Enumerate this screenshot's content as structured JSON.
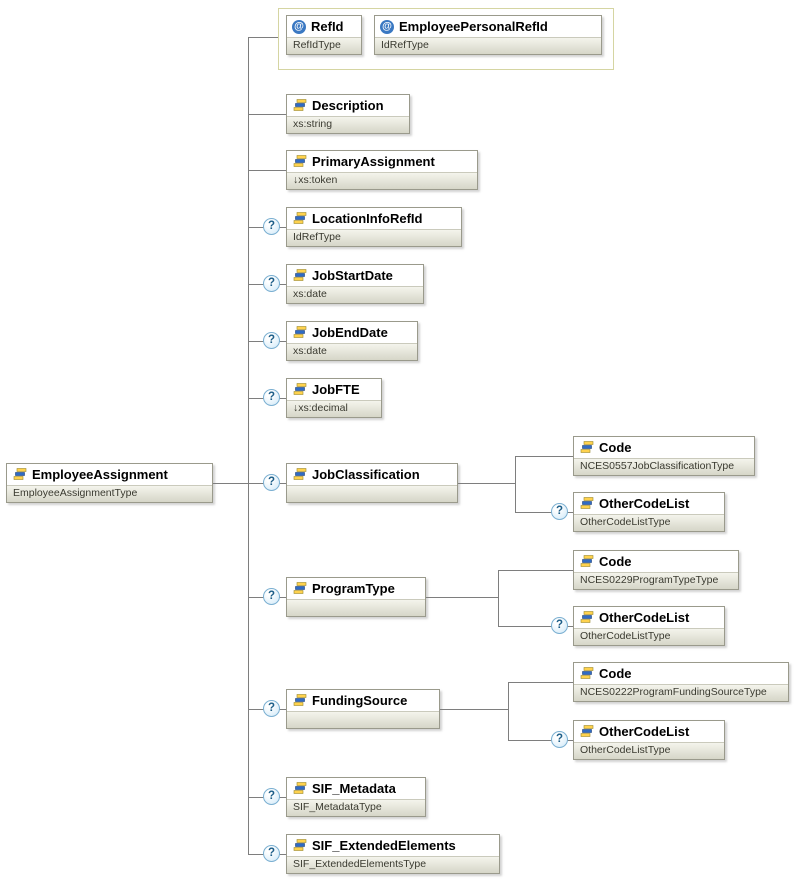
{
  "diagram_title": "EmployeeAssignment",
  "optional_marker": "?",
  "attribute_marker": "@",
  "root": {
    "name": "EmployeeAssignment",
    "type": "EmployeeAssignmentType"
  },
  "attributes": [
    {
      "name": "RefId",
      "type": "RefIdType"
    },
    {
      "name": "EmployeePersonalRefId",
      "type": "IdRefType"
    }
  ],
  "children": [
    {
      "name": "Description",
      "type": "xs:string",
      "optional": false
    },
    {
      "name": "PrimaryAssignment",
      "type": "↓xs:token",
      "optional": false
    },
    {
      "name": "LocationInfoRefId",
      "type": "IdRefType",
      "optional": true
    },
    {
      "name": "JobStartDate",
      "type": "xs:date",
      "optional": true
    },
    {
      "name": "JobEndDate",
      "type": "xs:date",
      "optional": true
    },
    {
      "name": "JobFTE",
      "type": "↓xs:decimal",
      "optional": true
    },
    {
      "name": "JobClassification",
      "type": "",
      "optional": true,
      "children": [
        {
          "name": "Code",
          "type": "NCES0557JobClassificationType",
          "optional": false
        },
        {
          "name": "OtherCodeList",
          "type": "OtherCodeListType",
          "optional": true
        }
      ]
    },
    {
      "name": "ProgramType",
      "type": "",
      "optional": true,
      "children": [
        {
          "name": "Code",
          "type": "NCES0229ProgramTypeType",
          "optional": false
        },
        {
          "name": "OtherCodeList",
          "type": "OtherCodeListType",
          "optional": true
        }
      ]
    },
    {
      "name": "FundingSource",
      "type": "",
      "optional": true,
      "children": [
        {
          "name": "Code",
          "type": "NCES0222ProgramFundingSourceType",
          "optional": false
        },
        {
          "name": "OtherCodeList",
          "type": "OtherCodeListType",
          "optional": true
        }
      ]
    },
    {
      "name": "SIF_Metadata",
      "type": "SIF_MetadataType",
      "optional": true
    },
    {
      "name": "SIF_ExtendedElements",
      "type": "SIF_ExtendedElementsType",
      "optional": true
    }
  ],
  "colors": {
    "icon_blue": "#2f6bc4",
    "icon_yellow": "#ffd24d",
    "attribute_badge_blue": "#3a78c2",
    "optional_badge_border": "#7aafd1",
    "connector_gray": "#7e7e7e"
  }
}
